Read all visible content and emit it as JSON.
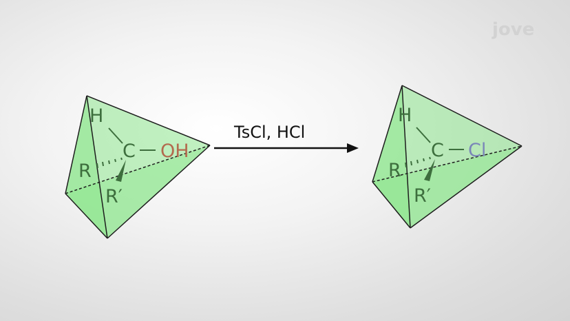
{
  "logo": {
    "text": "jove"
  },
  "reaction": {
    "reagents": "TsCl, HCl",
    "reactant": {
      "top": "H",
      "center": "C",
      "left": "R",
      "bottom": "R′",
      "right": "OH",
      "right_color": "#b36a4e"
    },
    "product": {
      "top": "H",
      "center": "C",
      "left": "R",
      "bottom": "R′",
      "right": "Cl",
      "right_color": "#7a86b8"
    }
  },
  "colors": {
    "tetrahedron_fill": "#8ee68e",
    "tetrahedron_edge": "#1d1d1d",
    "atom_text": "#3d6e3d",
    "arrow": "#111111"
  }
}
